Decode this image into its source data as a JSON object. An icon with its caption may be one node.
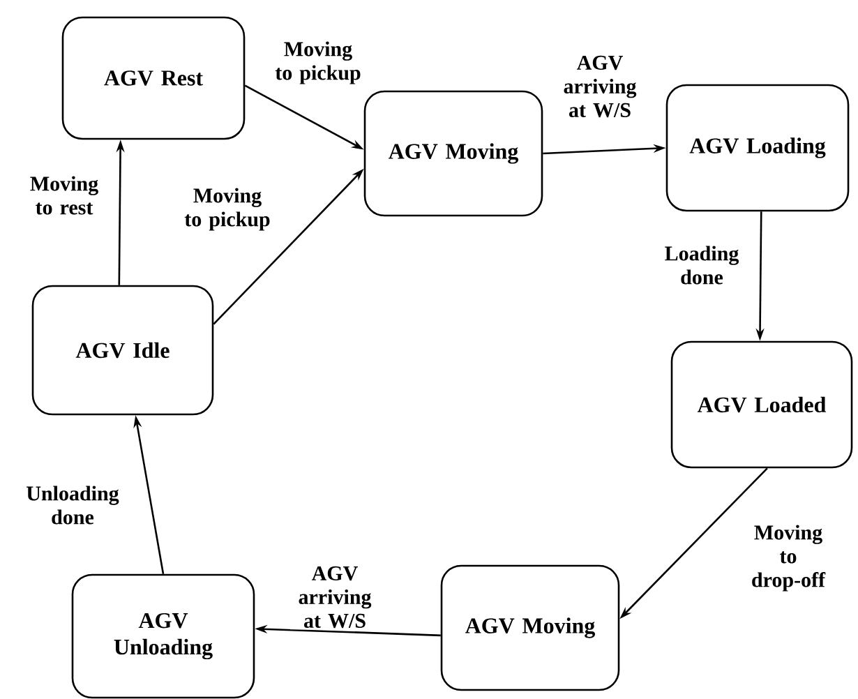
{
  "diagram": {
    "nodes": [
      {
        "text": [
          "AGV Rest"
        ]
      },
      {
        "text": [
          "AGV Moving"
        ]
      },
      {
        "text": [
          "AGV Loading"
        ]
      },
      {
        "text": [
          "AGV Idle"
        ]
      },
      {
        "text": [
          "AGV Loaded"
        ]
      },
      {
        "text": [
          "AGV Moving"
        ]
      },
      {
        "text": [
          "AGV Unloading"
        ]
      }
    ],
    "edges": [
      {
        "from": 0,
        "to": 1,
        "arrow": "to",
        "label": "Moving to pickup"
      },
      {
        "from": 1,
        "to": 2,
        "arrow": "to",
        "label": "AGV arriving at W/S"
      },
      {
        "from": 2,
        "to": 4,
        "arrow": "to",
        "label": "Loading done"
      },
      {
        "from": 4,
        "to": 5,
        "arrow": "to",
        "label": "Moving to drop-off"
      },
      {
        "from": 5,
        "to": 6,
        "arrow": "to",
        "label": "AGV arriving at W/S"
      },
      {
        "from": 6,
        "to": 3,
        "arrow": "to",
        "label": "Unloading done"
      },
      {
        "from": 3,
        "to": 0,
        "arrow": "to",
        "label": "Moving to rest"
      },
      {
        "from": 3,
        "to": 1,
        "arrow": "to",
        "label": "Moving to pickup"
      }
    ]
  }
}
